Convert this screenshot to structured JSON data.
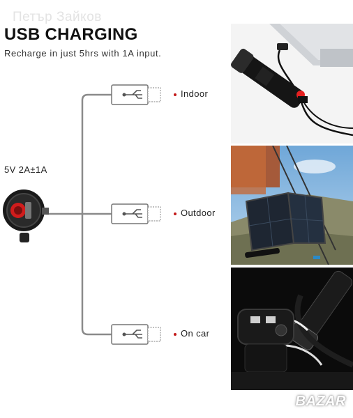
{
  "watermark": "Петър Зайков",
  "title": "USB CHARGING",
  "subtitle": "Recharge in just 5hrs with 1A input.",
  "spec": "5V 2A±1A",
  "outputs": [
    {
      "label": "Indoor"
    },
    {
      "label": "Outdoor"
    },
    {
      "label": "On car"
    }
  ],
  "bazar_logo": "BAZAR",
  "colors": {
    "accent_dot": "#c31a1a",
    "cable": "#8a8a8a",
    "title": "#111111"
  }
}
